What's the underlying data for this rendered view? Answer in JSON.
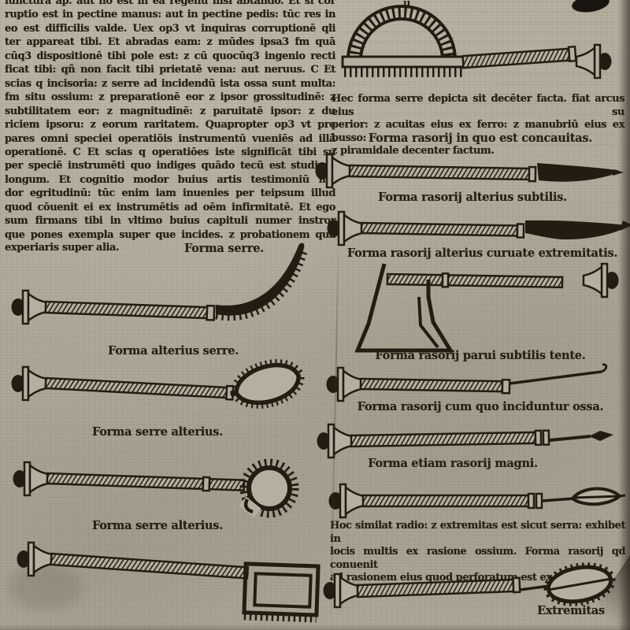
{
  "colors": {
    "ink": "#241c12",
    "paper": "#b6afa0"
  },
  "left": {
    "body_lines": [
      "iunctura ap. aut no est in ea regenu nisi abtando. Et si cor",
      "ruptio est in pectine manus: aut in pectine pedis: tūc res in",
      "eo est difficilis valde. Uex op3 vt inquiras corruptionē qli",
      "ter appareat tibi. Et abradas eam: z mūdes ipsa3 fm quā",
      "cūq3 dispositionē tibi pole est: z cū quocūq3 ingenio recti",
      "ficat tibi: qñ non facit tibi prietatē vena: aut neruus. C Et",
      "scias q incisoria: z serre ad incidendū ista ossa sunt multa:",
      "fm situ ossium: z preparationē eor z ipsor grossitudinē: z",
      "subtilitatem eor: z magnitudinē: z paruitatē ipsor: z du",
      "riciem ipsoru: z eorum raritatem. Quapropter op3 vt pre",
      "pares omni speciei operatiōis instrumentū vueniēs ad illā",
      "operationē. C Et scias q operatiōes iste significāt tibi su",
      "per speciē instrumēti quo indiges quādo tecū est studium",
      "longum. Et cognitio modor buius artis testimoniū mo",
      "dor egritudinū: tūc enim iam inuenies per teipsum illud",
      "quod cōuenit ei ex instrumētis ad oēm infirmitatē. Et ego",
      "sum firmans tibi in vltimo buius capituli numer instror",
      "que pones exempla super que incides. z probationem qua"
    ],
    "body_last_left": "experiaris super alia.",
    "caption_forma_serre": "Forma serre.",
    "caption_alterius_serre": "Forma alterius serre.",
    "caption_serre_alterius_1": "Forma serre alterius.",
    "caption_serre_alterius_2": "Forma serre alterius."
  },
  "right": {
    "bow_note_lines": [
      "Hec forma serre depicta sit decēter facta. fiat arcus eius su",
      "perior: z acuitas eius ex ferro: z manubriū eius ex busso:",
      "z piramidale decenter factum."
    ],
    "caption_concauitas": "Forma rasorij in quo est concauitas.",
    "caption_subtilis": "Forma rasorij alterius subtilis.",
    "caption_curuate": "Forma rasorij alterius curuate extremitatis.",
    "caption_parui": "Forma rasorij parui subtilis tente.",
    "caption_ossa": "Forma rasorij cum quo inciduntur ossa.",
    "caption_magni": "Forma etiam rasorij magni.",
    "radius_note_lines": [
      "Hoc similat radio: z extremitas est sicut serra: exhibet in",
      "locis multis ex rasione ossium. Forma rasorij qd conuenit",
      "ad rasionem eius quod perforatum est ex ossibus."
    ],
    "extremitas_label": "Extremitas"
  },
  "marks": {
    "signature": "u"
  }
}
